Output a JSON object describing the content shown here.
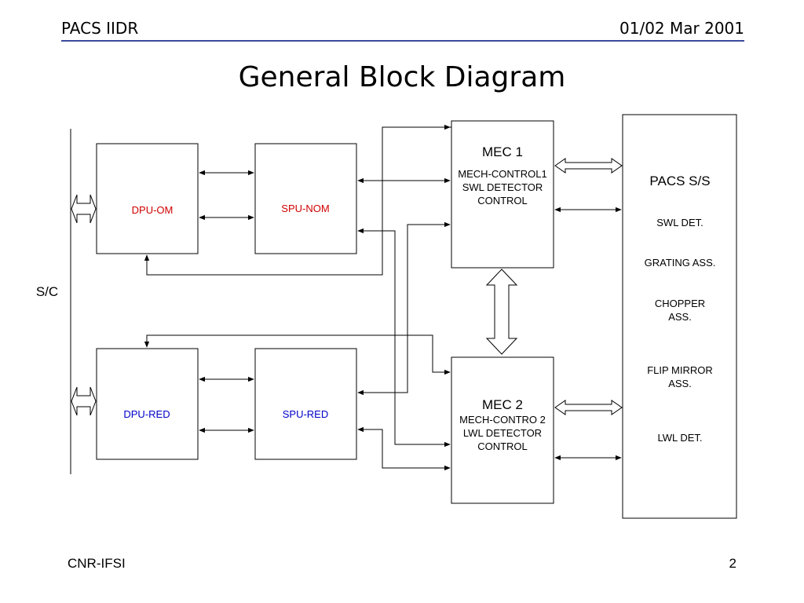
{
  "header": {
    "left": "PACS IIDR",
    "right": "01/02 Mar 2001"
  },
  "title": "General Block Diagram",
  "footer": {
    "left": "CNR-IFSI",
    "right": "2"
  },
  "diagram": {
    "sc_label": "S/C",
    "dpu_om": "DPU-OM",
    "spu_nom": "SPU-NOM",
    "dpu_red": "DPU-RED",
    "spu_red": "SPU-RED",
    "mec1": {
      "title": "MEC 1",
      "lines": [
        "MECH-CONTROL1",
        "SWL DETECTOR",
        "CONTROL"
      ]
    },
    "mec2": {
      "title": "MEC 2",
      "lines": [
        "MECH-CONTRO 2",
        "LWL DETECTOR",
        "CONTROL"
      ]
    },
    "pacs": {
      "title": "PACS S/S",
      "items": [
        "SWL DET.",
        "GRATING ASS.",
        "CHOPPER",
        "ASS.",
        "FLIP MIRROR",
        "ASS.",
        "LWL DET."
      ]
    },
    "colors": {
      "nominal_label": "#d00000",
      "redundant_label": "#0000c8",
      "header_rule": "#3b4a9a"
    }
  }
}
